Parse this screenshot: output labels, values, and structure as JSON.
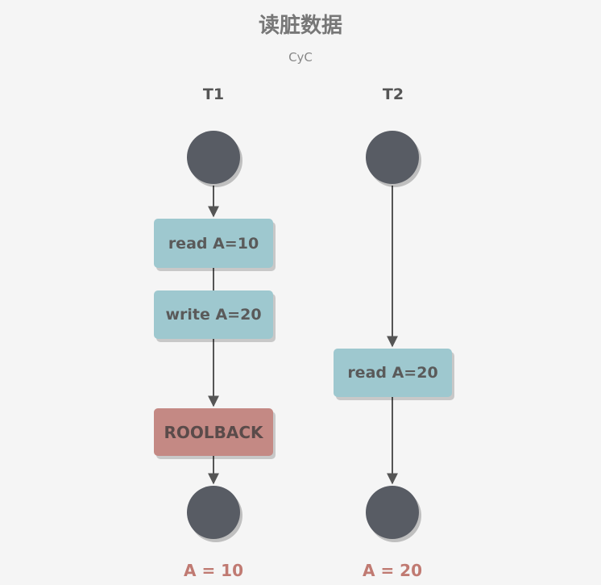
{
  "title": "读脏数据",
  "subtitle": "CyC",
  "lanes": [
    {
      "label": "T1",
      "result": "A = 10"
    },
    {
      "label": "T2",
      "result": "A = 20"
    }
  ],
  "steps": {
    "t1_read": "read A=10",
    "t1_write": "write A=20",
    "t1_rollback": "ROOLBACK",
    "t2_read": "read A=20"
  },
  "colors": {
    "background": "#f5f5f5",
    "node": "#585c64",
    "step_box": "#9ec8cf",
    "rollback_box": "#c48984",
    "result_text": "#c07a72",
    "connector": "#555555"
  }
}
